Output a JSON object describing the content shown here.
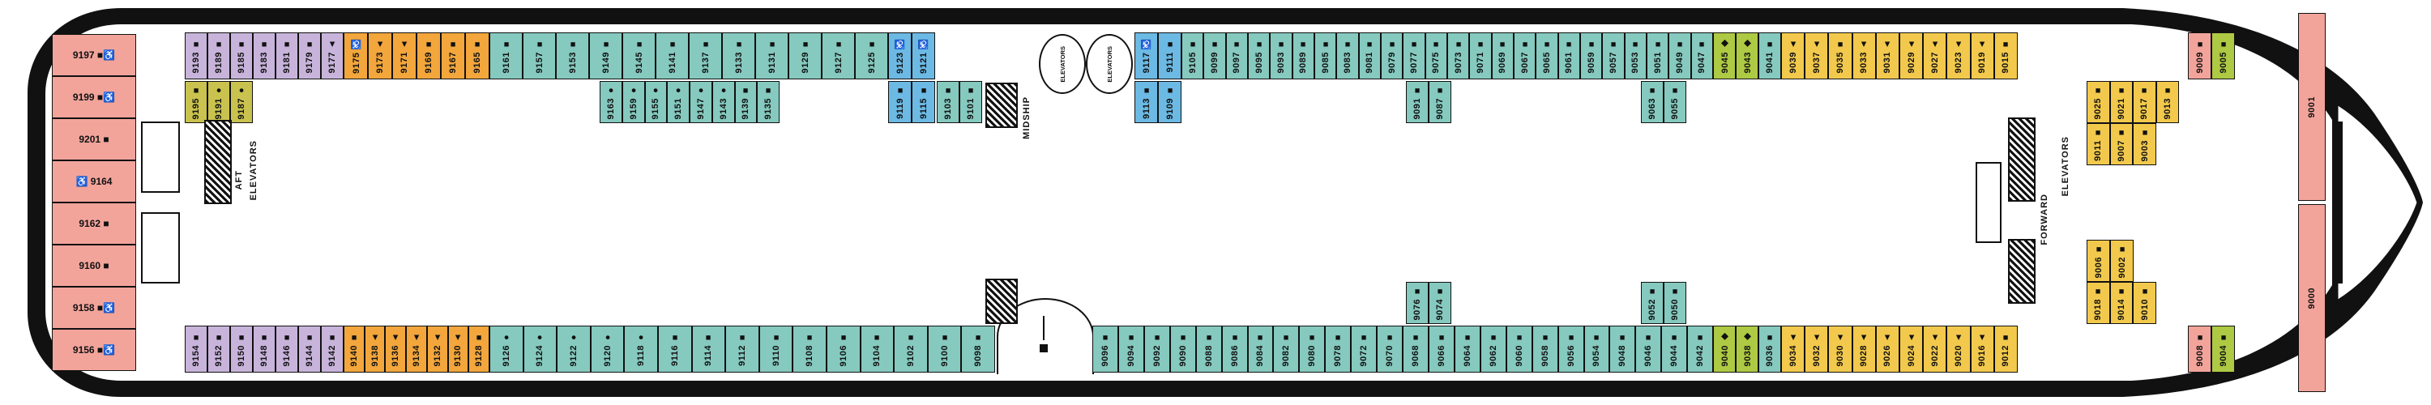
{
  "deck": {
    "labels": {
      "aft": "AFT",
      "midship": "MIDSHIP",
      "forward": "FORWARD",
      "elevators": "ELEVATORS"
    },
    "colors": {
      "pink": "#F2A49B",
      "purple": "#C8B4DB",
      "orange": "#F2A63C",
      "teal": "#85C9BF",
      "blue": "#6CB9E4",
      "green": "#AEC943",
      "olive": "#C9C24E",
      "yellow": "#F2C94C",
      "hull": "#111111",
      "deck": "#FFFFFF"
    },
    "marker_glyphs": {
      "square": "■",
      "triangle": "▲",
      "circle": "●",
      "diamond": "◆",
      "accessible": "♿"
    }
  },
  "cabins": {
    "stern": [
      {
        "n": "9197",
        "c": "pink",
        "m": "■♿"
      },
      {
        "n": "9199",
        "c": "pink",
        "m": "■♿"
      },
      {
        "n": "9201",
        "c": "pink",
        "m": "■"
      },
      {
        "n": "9164",
        "c": "pink",
        "m": "♿",
        "pre": true
      },
      {
        "n": "9162",
        "c": "pink",
        "m": "■"
      },
      {
        "n": "9160",
        "c": "pink",
        "m": "■"
      },
      {
        "n": "9158",
        "c": "pink",
        "m": "■♿"
      },
      {
        "n": "9156",
        "c": "pink",
        "m": "■♿"
      }
    ],
    "top_outer_purple": [
      {
        "n": "9193",
        "c": "purple",
        "m": "■"
      },
      {
        "n": "9189",
        "c": "purple",
        "m": "■"
      },
      {
        "n": "9185",
        "c": "purple",
        "m": "■"
      },
      {
        "n": "9183",
        "c": "purple",
        "m": "■"
      },
      {
        "n": "9181",
        "c": "purple",
        "m": "■"
      },
      {
        "n": "9179",
        "c": "purple",
        "m": "■"
      },
      {
        "n": "9177",
        "c": "purple",
        "m": "▲"
      }
    ],
    "top_outer_orange": [
      {
        "n": "9175",
        "c": "orange",
        "m": "♿"
      },
      {
        "n": "9173",
        "c": "orange",
        "m": "▲"
      },
      {
        "n": "9171",
        "c": "orange",
        "m": "▲"
      },
      {
        "n": "9169",
        "c": "orange",
        "m": "■"
      },
      {
        "n": "9167",
        "c": "orange",
        "m": "■"
      },
      {
        "n": "9165",
        "c": "orange",
        "m": "■"
      }
    ],
    "top_outer_teal1": [
      {
        "n": "9161",
        "c": "teal",
        "m": "■"
      },
      {
        "n": "9157",
        "c": "teal",
        "m": "■"
      },
      {
        "n": "9153",
        "c": "teal",
        "m": "■"
      },
      {
        "n": "9149",
        "c": "teal",
        "m": "■"
      },
      {
        "n": "9145",
        "c": "teal",
        "m": "■"
      },
      {
        "n": "9141",
        "c": "teal",
        "m": "■"
      },
      {
        "n": "9137",
        "c": "teal",
        "m": "■"
      },
      {
        "n": "9133",
        "c": "teal",
        "m": "■"
      },
      {
        "n": "9131",
        "c": "teal",
        "m": "■"
      },
      {
        "n": "9129",
        "c": "teal",
        "m": "■"
      },
      {
        "n": "9127",
        "c": "teal",
        "m": "■"
      },
      {
        "n": "9125",
        "c": "teal",
        "m": "■"
      }
    ],
    "top_outer_blue1": [
      {
        "n": "9123",
        "c": "blue",
        "m": "♿"
      },
      {
        "n": "9121",
        "c": "blue",
        "m": "♿"
      }
    ],
    "top_outer_blue2": [
      {
        "n": "9117",
        "c": "blue",
        "m": "♿"
      },
      {
        "n": "9111",
        "c": "blue",
        "m": "■"
      }
    ],
    "top_outer_teal2": [
      {
        "n": "9105",
        "c": "teal",
        "m": "■"
      },
      {
        "n": "9099",
        "c": "teal",
        "m": "■"
      },
      {
        "n": "9097",
        "c": "teal",
        "m": "■"
      },
      {
        "n": "9095",
        "c": "teal",
        "m": "■"
      },
      {
        "n": "9093",
        "c": "teal",
        "m": "■"
      },
      {
        "n": "9089",
        "c": "teal",
        "m": "■"
      },
      {
        "n": "9085",
        "c": "teal",
        "m": "■"
      },
      {
        "n": "9083",
        "c": "teal",
        "m": "■"
      },
      {
        "n": "9081",
        "c": "teal",
        "m": "■"
      },
      {
        "n": "9079",
        "c": "teal",
        "m": "■"
      },
      {
        "n": "9077",
        "c": "teal",
        "m": "■"
      },
      {
        "n": "9075",
        "c": "teal",
        "m": "■"
      },
      {
        "n": "9073",
        "c": "teal",
        "m": "■"
      },
      {
        "n": "9071",
        "c": "teal",
        "m": "■"
      },
      {
        "n": "9069",
        "c": "teal",
        "m": "■"
      },
      {
        "n": "9067",
        "c": "teal",
        "m": "■"
      },
      {
        "n": "9065",
        "c": "teal",
        "m": "■"
      },
      {
        "n": "9061",
        "c": "teal",
        "m": "■"
      },
      {
        "n": "9059",
        "c": "teal",
        "m": "■"
      },
      {
        "n": "9057",
        "c": "teal",
        "m": "■"
      },
      {
        "n": "9053",
        "c": "teal",
        "m": "■"
      },
      {
        "n": "9051",
        "c": "teal",
        "m": "■"
      },
      {
        "n": "9049",
        "c": "teal",
        "m": "■"
      },
      {
        "n": "9047",
        "c": "teal",
        "m": "■"
      }
    ],
    "top_outer_green": [
      {
        "n": "9045",
        "c": "green",
        "m": "◆"
      },
      {
        "n": "9043",
        "c": "green",
        "m": "◆"
      }
    ],
    "top_outer_teal3": [
      {
        "n": "9041",
        "c": "teal",
        "m": "■"
      }
    ],
    "top_outer_yellow": [
      {
        "n": "9039",
        "c": "yellow",
        "m": "▲"
      },
      {
        "n": "9037",
        "c": "yellow",
        "m": "▲"
      },
      {
        "n": "9035",
        "c": "yellow",
        "m": "■"
      },
      {
        "n": "9033",
        "c": "yellow",
        "m": "▲"
      },
      {
        "n": "9031",
        "c": "yellow",
        "m": "▲"
      },
      {
        "n": "9029",
        "c": "yellow",
        "m": "▲"
      },
      {
        "n": "9027",
        "c": "yellow",
        "m": "▲"
      },
      {
        "n": "9023",
        "c": "yellow",
        "m": "▲"
      },
      {
        "n": "9019",
        "c": "yellow",
        "m": "▲"
      },
      {
        "n": "9015",
        "c": "yellow",
        "m": "■"
      }
    ],
    "top_outer_end": [
      {
        "n": "9009",
        "c": "pink",
        "m": "■"
      },
      {
        "n": "9005",
        "c": "green",
        "m": "■"
      }
    ],
    "top_r2_olive": [
      {
        "n": "9195",
        "c": "olive",
        "m": "■"
      },
      {
        "n": "9191",
        "c": "olive",
        "m": "●"
      },
      {
        "n": "9187",
        "c": "olive",
        "m": "●"
      }
    ],
    "top_r2_teal_aft": [
      {
        "n": "9163",
        "c": "teal",
        "m": "●"
      },
      {
        "n": "9159",
        "c": "teal",
        "m": "●"
      },
      {
        "n": "9155",
        "c": "teal",
        "m": "●"
      },
      {
        "n": "9151",
        "c": "teal",
        "m": "●"
      },
      {
        "n": "9147",
        "c": "teal",
        "m": "●"
      },
      {
        "n": "9143",
        "c": "teal",
        "m": "●"
      },
      {
        "n": "9139",
        "c": "teal",
        "m": "■"
      },
      {
        "n": "9135",
        "c": "teal",
        "m": "■"
      }
    ],
    "top_r2_blue_l": [
      {
        "n": "9119",
        "c": "blue",
        "m": "■"
      },
      {
        "n": "9115",
        "c": "blue",
        "m": "■"
      }
    ],
    "top_r2_teal_mid": [
      {
        "n": "9103",
        "c": "teal",
        "m": "■"
      },
      {
        "n": "9101",
        "c": "teal",
        "m": "■"
      }
    ],
    "top_r2_blue_r": [
      {
        "n": "9113",
        "c": "blue",
        "m": "■"
      },
      {
        "n": "9109",
        "c": "blue",
        "m": "■"
      }
    ],
    "top_r2_teal_c1": [
      {
        "n": "9091",
        "c": "teal",
        "m": "■"
      },
      {
        "n": "9087",
        "c": "teal",
        "m": "■"
      }
    ],
    "top_r2_teal_c2": [
      {
        "n": "9063",
        "c": "teal",
        "m": "■"
      },
      {
        "n": "9055",
        "c": "teal",
        "m": "■"
      }
    ],
    "fwd_top_r2": [
      {
        "n": "9025",
        "c": "yellow",
        "m": "■"
      },
      {
        "n": "9021",
        "c": "yellow",
        "m": "■"
      },
      {
        "n": "9017",
        "c": "yellow",
        "m": "■"
      },
      {
        "n": "9013",
        "c": "yellow",
        "m": "■"
      }
    ],
    "fwd_top_r3": [
      {
        "n": "9011",
        "c": "yellow",
        "m": "■"
      },
      {
        "n": "9007",
        "c": "yellow",
        "m": "■"
      },
      {
        "n": "9003",
        "c": "yellow",
        "m": "■"
      }
    ],
    "bot_outer_purple": [
      {
        "n": "9154",
        "c": "purple",
        "m": "■"
      },
      {
        "n": "9152",
        "c": "purple",
        "m": "■"
      },
      {
        "n": "9150",
        "c": "purple",
        "m": "■"
      },
      {
        "n": "9148",
        "c": "purple",
        "m": "■"
      },
      {
        "n": "9146",
        "c": "purple",
        "m": "■"
      },
      {
        "n": "9144",
        "c": "purple",
        "m": "■"
      },
      {
        "n": "9142",
        "c": "purple",
        "m": "■"
      }
    ],
    "bot_outer_orange": [
      {
        "n": "9140",
        "c": "orange",
        "m": "■"
      },
      {
        "n": "9138",
        "c": "orange",
        "m": "▲"
      },
      {
        "n": "9136",
        "c": "orange",
        "m": "▲"
      },
      {
        "n": "9134",
        "c": "orange",
        "m": "▲"
      },
      {
        "n": "9132",
        "c": "orange",
        "m": "▲"
      },
      {
        "n": "9130",
        "c": "orange",
        "m": "▲"
      },
      {
        "n": "9128",
        "c": "orange",
        "m": "■"
      }
    ],
    "bot_outer_teal1": [
      {
        "n": "9126",
        "c": "teal",
        "m": "●"
      },
      {
        "n": "9124",
        "c": "teal",
        "m": "●"
      },
      {
        "n": "9122",
        "c": "teal",
        "m": "●"
      },
      {
        "n": "9120",
        "c": "teal",
        "m": "●"
      },
      {
        "n": "9118",
        "c": "teal",
        "m": "●"
      },
      {
        "n": "9116",
        "c": "teal",
        "m": "■"
      },
      {
        "n": "9114",
        "c": "teal",
        "m": "■"
      },
      {
        "n": "9112",
        "c": "teal",
        "m": "■"
      },
      {
        "n": "9110",
        "c": "teal",
        "m": "■"
      },
      {
        "n": "9108",
        "c": "teal",
        "m": "■"
      },
      {
        "n": "9106",
        "c": "teal",
        "m": "■"
      },
      {
        "n": "9104",
        "c": "teal",
        "m": "■"
      },
      {
        "n": "9102",
        "c": "teal",
        "m": "■"
      },
      {
        "n": "9100",
        "c": "teal",
        "m": "■"
      },
      {
        "n": "9098",
        "c": "teal",
        "m": "■"
      }
    ],
    "bot_outer_teal2": [
      {
        "n": "9096",
        "c": "teal",
        "m": "■"
      },
      {
        "n": "9094",
        "c": "teal",
        "m": "■"
      },
      {
        "n": "9092",
        "c": "teal",
        "m": "■"
      },
      {
        "n": "9090",
        "c": "teal",
        "m": "■"
      },
      {
        "n": "9088",
        "c": "teal",
        "m": "■"
      },
      {
        "n": "9086",
        "c": "teal",
        "m": "■"
      },
      {
        "n": "9084",
        "c": "teal",
        "m": "■"
      },
      {
        "n": "9082",
        "c": "teal",
        "m": "■"
      },
      {
        "n": "9080",
        "c": "teal",
        "m": "■"
      },
      {
        "n": "9078",
        "c": "teal",
        "m": "■"
      },
      {
        "n": "9072",
        "c": "teal",
        "m": "■"
      },
      {
        "n": "9070",
        "c": "teal",
        "m": "■"
      },
      {
        "n": "9068",
        "c": "teal",
        "m": "■"
      },
      {
        "n": "9066",
        "c": "teal",
        "m": "■"
      },
      {
        "n": "9064",
        "c": "teal",
        "m": "■"
      },
      {
        "n": "9062",
        "c": "teal",
        "m": "■"
      },
      {
        "n": "9060",
        "c": "teal",
        "m": "■"
      },
      {
        "n": "9058",
        "c": "teal",
        "m": "■"
      },
      {
        "n": "9056",
        "c": "teal",
        "m": "■"
      },
      {
        "n": "9054",
        "c": "teal",
        "m": "■"
      },
      {
        "n": "9048",
        "c": "teal",
        "m": "■"
      },
      {
        "n": "9046",
        "c": "teal",
        "m": "■"
      },
      {
        "n": "9044",
        "c": "teal",
        "m": "■"
      },
      {
        "n": "9042",
        "c": "teal",
        "m": "■"
      }
    ],
    "bot_outer_green": [
      {
        "n": "9040",
        "c": "green",
        "m": "◆"
      },
      {
        "n": "9038",
        "c": "green",
        "m": "◆"
      }
    ],
    "bot_outer_teal3": [
      {
        "n": "9036",
        "c": "teal",
        "m": "■"
      }
    ],
    "bot_outer_yellow": [
      {
        "n": "9034",
        "c": "yellow",
        "m": "▲"
      },
      {
        "n": "9032",
        "c": "yellow",
        "m": "▲"
      },
      {
        "n": "9030",
        "c": "yellow",
        "m": "▲"
      },
      {
        "n": "9028",
        "c": "yellow",
        "m": "▲"
      },
      {
        "n": "9026",
        "c": "yellow",
        "m": "▲"
      },
      {
        "n": "9024",
        "c": "yellow",
        "m": "▲"
      },
      {
        "n": "9022",
        "c": "yellow",
        "m": "▲"
      },
      {
        "n": "9020",
        "c": "yellow",
        "m": "▲"
      },
      {
        "n": "9016",
        "c": "yellow",
        "m": "▲"
      },
      {
        "n": "9012",
        "c": "yellow",
        "m": "■"
      }
    ],
    "bot_outer_end": [
      {
        "n": "9008",
        "c": "pink",
        "m": "■"
      },
      {
        "n": "9004",
        "c": "green",
        "m": "■"
      }
    ],
    "bot_r3_teal_c1": [
      {
        "n": "9076",
        "c": "teal",
        "m": "■"
      },
      {
        "n": "9074",
        "c": "teal",
        "m": "■"
      }
    ],
    "bot_r3_teal_c2": [
      {
        "n": "9052",
        "c": "teal",
        "m": "■"
      },
      {
        "n": "9050",
        "c": "teal",
        "m": "■"
      }
    ],
    "fwd_bot_r3": [
      {
        "n": "9018",
        "c": "yellow",
        "m": "■"
      },
      {
        "n": "9014",
        "c": "yellow",
        "m": "■"
      },
      {
        "n": "9010",
        "c": "yellow",
        "m": "■"
      }
    ],
    "fwd_bot_r2": [
      {
        "n": "9006",
        "c": "yellow",
        "m": "■"
      },
      {
        "n": "9002",
        "c": "yellow",
        "m": "■"
      }
    ],
    "bow_top": [
      {
        "n": "9001",
        "c": "pink",
        "m": ""
      }
    ],
    "bow_bot": [
      {
        "n": "9000",
        "c": "pink",
        "m": ""
      }
    ]
  }
}
